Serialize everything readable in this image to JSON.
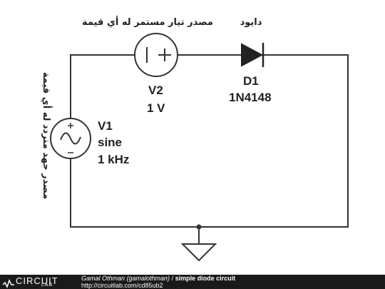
{
  "diagram": {
    "v1": {
      "name": "V1",
      "type": "sine",
      "freq": "1 kHz",
      "annotation": "مصدر جهد متردد له أي قيمة"
    },
    "v2": {
      "name": "V2",
      "value": "1 V",
      "annotation": "مصدر تيار مستمر له أي قيمة"
    },
    "d1": {
      "name": "D1",
      "part": "1N4148",
      "annotation": "دايود"
    }
  },
  "footer": {
    "logo": "CIRCUIT",
    "logo_sub": "LAB",
    "author": "Gamal Othman (gamalothman)",
    "separator": " / ",
    "title": "simple diode circuit",
    "url": "http://circuitlab.com/cd85ub2"
  }
}
